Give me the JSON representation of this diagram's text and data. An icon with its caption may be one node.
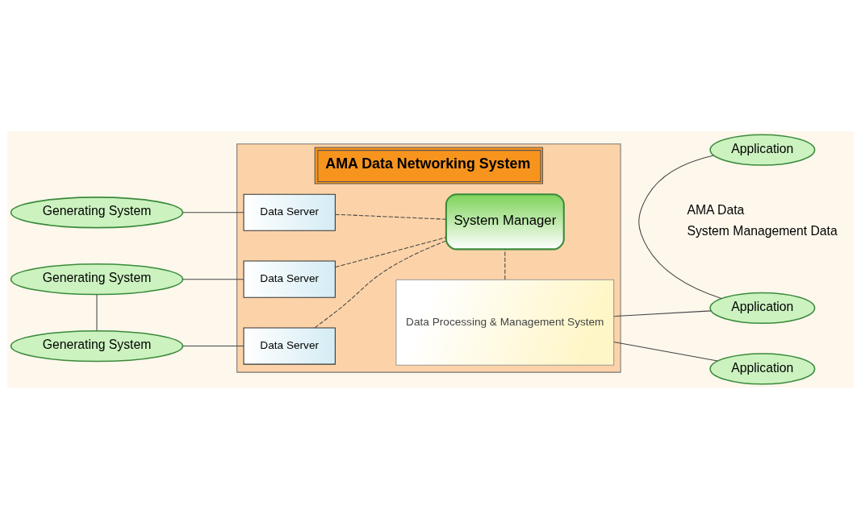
{
  "diagram": {
    "nodes": [
      {
        "text": [
          "AMA Data Networking System"
        ]
      },
      {
        "text": [
          "Generating System"
        ]
      },
      {
        "text": [
          "Generating System"
        ]
      },
      {
        "text": [
          "Generating System"
        ]
      },
      {
        "text": [
          "Data Server"
        ],
        "in": 0
      },
      {
        "text": [
          "Data Server"
        ],
        "in": 0
      },
      {
        "text": [
          "Data Server"
        ],
        "in": 0
      },
      {
        "text": [
          "Data Processing & Management System"
        ],
        "in": 0
      },
      {
        "text": [
          "System Manager"
        ],
        "in": 0
      },
      {
        "text": [
          "Application"
        ]
      },
      {
        "text": [
          "Application"
        ]
      },
      {
        "text": [
          "Application"
        ]
      }
    ],
    "edges": [
      {
        "from": 1,
        "to": 4,
        "arrow": "none"
      },
      {
        "from": 2,
        "to": 5,
        "arrow": "none"
      },
      {
        "from": 2,
        "to": 3,
        "arrow": "none"
      },
      {
        "from": 3,
        "to": 6,
        "arrow": "none"
      },
      {
        "from": 4,
        "to": 8,
        "arrow": "none",
        "style": "dashed"
      },
      {
        "from": 5,
        "to": 8,
        "arrow": "none",
        "style": "dashed"
      },
      {
        "from": 6,
        "to": 8,
        "arrow": "none",
        "style": "dashed"
      },
      {
        "from": 7,
        "to": 8,
        "arrow": "none",
        "style": "dashed"
      },
      {
        "from": 7,
        "to": 9,
        "arrow": "none"
      },
      {
        "from": 7,
        "to": 11,
        "arrow": "none"
      },
      {
        "from": 10,
        "to": 11,
        "arrow": "none"
      }
    ],
    "legend": [
      {
        "text": "AMA Data"
      },
      {
        "text": "System Management Data"
      }
    ]
  }
}
